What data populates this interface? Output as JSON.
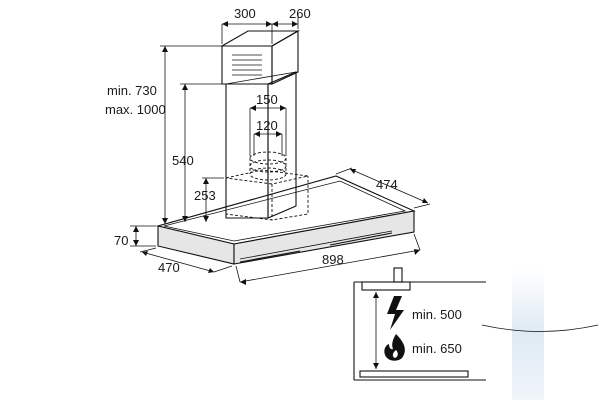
{
  "dimensions": {
    "chimney_width": "300",
    "chimney_depth": "260",
    "height_min": "min. 730",
    "height_max": "max. 1000",
    "chimney_height": "540",
    "outlet_outer": "150",
    "outlet_inner": "120",
    "motor_height": "253",
    "hood_depth_top": "474",
    "hood_thickness": "70",
    "hood_depth_side": "470",
    "hood_width": "898"
  },
  "clearance": {
    "electric_min": "min. 500",
    "gas_min": "min. 650"
  },
  "icons": {
    "electric": "lightning-bolt-icon",
    "gas": "flame-icon"
  },
  "colors": {
    "line": "#111111",
    "hood_face": "#e6e6e6",
    "watermark": "#dbe8f3"
  }
}
